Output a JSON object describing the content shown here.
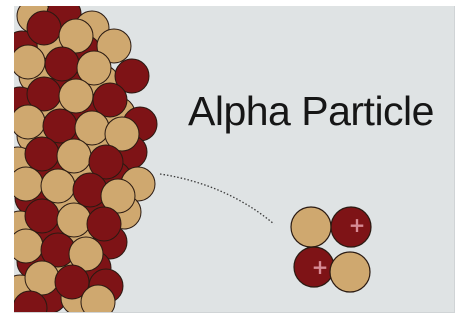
{
  "title": "Alpha Particle",
  "colors": {
    "background": "#dfe3e4",
    "proton": "#7e1316",
    "neutron": "#cfa86f",
    "outline": "#2a1a12",
    "plus_sign": "#d78b95",
    "path": "#3a3a3a"
  },
  "nucleus": {
    "label": "large-nucleus",
    "particles": [
      "proton",
      "neutron"
    ]
  },
  "alpha_particle": {
    "protons": 2,
    "neutrons": 2,
    "proton_symbol": "+"
  },
  "trajectory": {
    "style": "dotted"
  }
}
